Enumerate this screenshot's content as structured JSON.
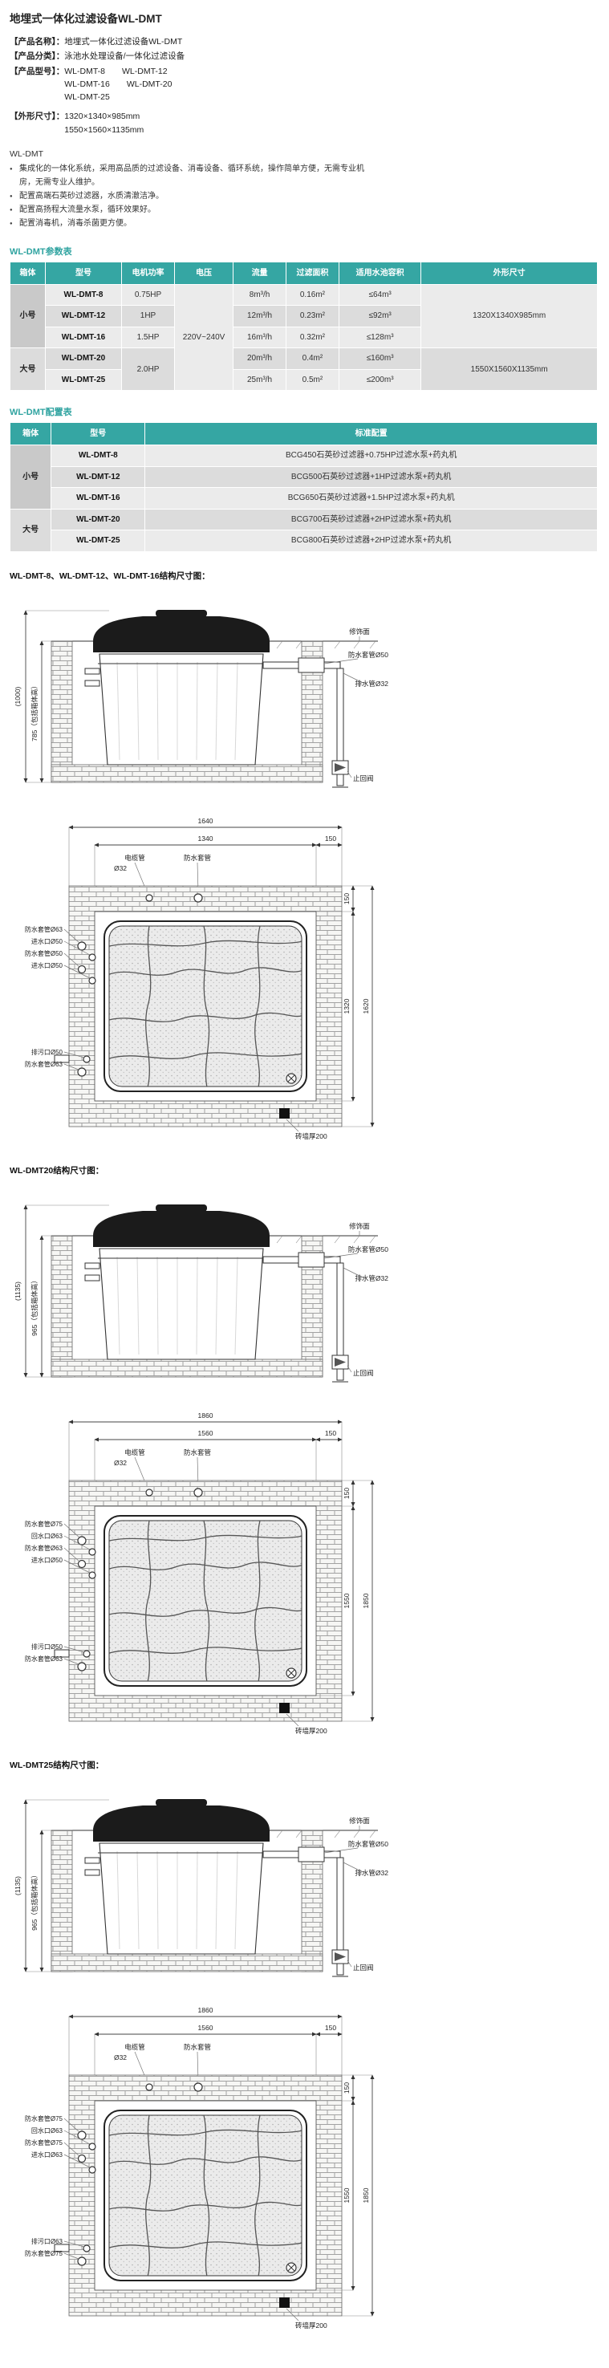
{
  "page": {
    "title": "地埋式一体化过滤设备WL-DMT"
  },
  "colors": {
    "teal_header": "#35A6A3",
    "teal_title": "#2FA3A0"
  },
  "product_info": {
    "name_label": "【产品名称】：",
    "name_value": "地埋式一体化过滤设备WL-DMT",
    "category_label": "【产品分类】：",
    "category_value": "泳池水处理设备/一体化过滤设备",
    "model_label": "【产品型号】：",
    "model_lines": [
      "WL-DMT-8　　WL-DMT-12",
      "WL-DMT-16　　WL-DMT-20",
      "WL-DMT-25"
    ],
    "size_label": "【外形尺寸】：",
    "size_lines": [
      "1320×1340×985mm",
      "1550×1560×1135mm"
    ]
  },
  "intro": {
    "heading": "WL-DMT",
    "bullets": [
      "集成化的一体化系统，采用高品质的过滤设备、消毒设备、循环系统，操作简单方便，无需专业机房，无需专业人维护。",
      "配置高端石英砂过滤器，水质清澈洁净。",
      "配置高扬程大流量水泵，循环效果好。",
      "配置消毒机，消毒杀菌更方便。"
    ]
  },
  "param_table": {
    "section_title": "WL-DMT参数表",
    "headers": [
      "箱体",
      "型号",
      "电机功率",
      "电压",
      "流量",
      "过滤面积",
      "适用水池容积",
      "外形尺寸"
    ],
    "group_small": "小号",
    "group_large": "大号",
    "voltage": "220V~240V",
    "rows": [
      {
        "model": "WL-DMT-8",
        "power": "0.75HP",
        "flow": "8m³/h",
        "area": "0.16m²",
        "volume": "≤64m³"
      },
      {
        "model": "WL-DMT-12",
        "power": "1HP",
        "flow": "12m³/h",
        "area": "0.23m²",
        "volume": "≤92m³"
      },
      {
        "model": "WL-DMT-16",
        "power": "1.5HP",
        "flow": "16m³/h",
        "area": "0.32m²",
        "volume": "≤128m³"
      },
      {
        "model": "WL-DMT-20",
        "power": "2.0HP",
        "flow": "20m³/h",
        "area": "0.4m²",
        "volume": "≤160m³"
      },
      {
        "model": "WL-DMT-25",
        "flow": "25m³/h",
        "area": "0.5m²",
        "volume": "≤200m³"
      }
    ],
    "dims_small": "1320X1340X985mm",
    "dims_large": "1550X1560X1135mm"
  },
  "config_table": {
    "section_title": "WL-DMT配置表",
    "headers": [
      "箱体",
      "型号",
      "标准配置"
    ],
    "group_small": "小号",
    "group_large": "大号",
    "rows": [
      {
        "model": "WL-DMT-8",
        "config": "BCG450石英砂过滤器+0.75HP过滤水泵+药丸机"
      },
      {
        "model": "WL-DMT-12",
        "config": "BCG500石英砂过滤器+1HP过滤水泵+药丸机"
      },
      {
        "model": "WL-DMT-16",
        "config": "BCG650石英砂过滤器+1.5HP过滤水泵+药丸机"
      },
      {
        "model": "WL-DMT-20",
        "config": "BCG700石英砂过滤器+2HP过滤水泵+药丸机"
      },
      {
        "model": "WL-DMT-25",
        "config": "BCG800石英砂过滤器+2HP过滤水泵+药丸机"
      }
    ]
  },
  "drawings": [
    {
      "title": "WL-DMT-8、WL-DMT-12、WL-DMT-16结构尺寸图：",
      "side": {
        "total_height": "(1000)",
        "box_height": "785（包括箱体高）",
        "finish_surface": "修饰面",
        "sleeve_label": "防水套管Ø50",
        "drain_pipe_label": "排水管Ø32",
        "check_valve_label": "止回阀"
      },
      "plan": {
        "outer_width": "1640",
        "inner_width": "1340",
        "wall_top": "150",
        "cable_label": "电缆管",
        "cable_dia": "Ø32",
        "cable_sleeve_label": "防水套管",
        "left_labels": [
          "防水套管Ø63",
          "进水口Ø50",
          "防水套管Ø50",
          "进水口Ø50"
        ],
        "bottom_left_labels": [
          "排污口Ø50",
          "防水套管Ø63"
        ],
        "wall_right": "150",
        "inner_height": "1320",
        "outer_height": "1620",
        "wall_thickness_note": "砖墙厚200"
      }
    },
    {
      "title": "WL-DMT20结构尺寸图：",
      "side": {
        "total_height": "(1135)",
        "box_height": "965（包括箱体高）",
        "finish_surface": "修饰面",
        "sleeve_label": "防水套管Ø50",
        "drain_pipe_label": "排水管Ø32",
        "check_valve_label": "止回阀"
      },
      "plan": {
        "outer_width": "1860",
        "inner_width": "1560",
        "wall_top": "150",
        "cable_label": "电缆管",
        "cable_dia": "Ø32",
        "cable_sleeve_label": "防水套管",
        "left_labels": [
          "防水套管Ø75",
          "回水口Ø63",
          "防水套管Ø63",
          "进水口Ø50"
        ],
        "bottom_left_labels": [
          "排污口Ø50",
          "防水套管Ø63"
        ],
        "wall_right": "150",
        "inner_height": "1550",
        "outer_height": "1850",
        "wall_thickness_note": "砖墙厚200"
      }
    },
    {
      "title": "WL-DMT25结构尺寸图：",
      "side": {
        "total_height": "(1135)",
        "box_height": "965（包括箱体高）",
        "finish_surface": "修饰面",
        "sleeve_label": "防水套管Ø50",
        "drain_pipe_label": "排水管Ø32",
        "check_valve_label": "止回阀"
      },
      "plan": {
        "outer_width": "1860",
        "inner_width": "1560",
        "wall_top": "150",
        "cable_label": "电缆管",
        "cable_dia": "Ø32",
        "cable_sleeve_label": "防水套管",
        "left_labels": [
          "防水套管Ø75",
          "回水口Ø63",
          "防水套管Ø75",
          "进水口Ø63"
        ],
        "bottom_left_labels": [
          "排污口Ø63",
          "防水套管Ø75"
        ],
        "wall_right": "150",
        "inner_height": "1550",
        "outer_height": "1850",
        "wall_thickness_note": "砖墙厚200"
      }
    }
  ]
}
